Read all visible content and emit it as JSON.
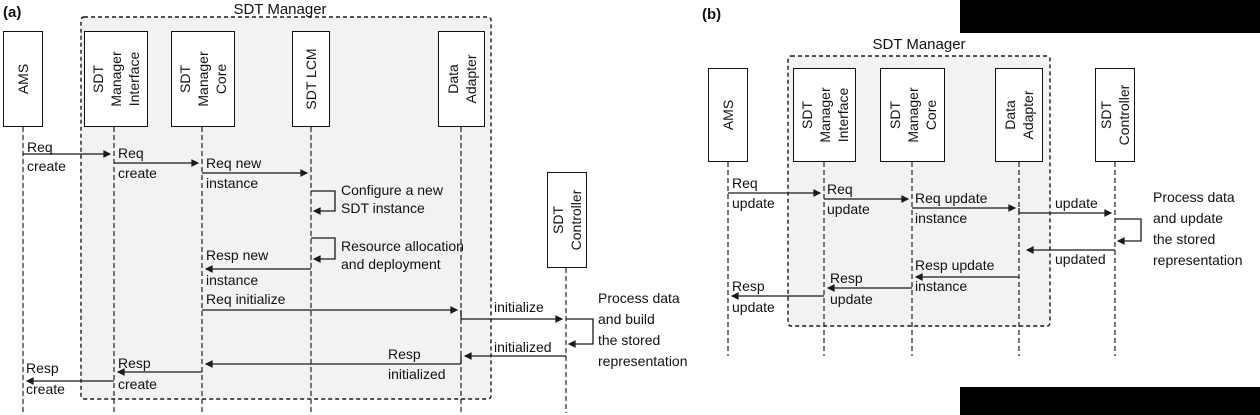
{
  "panels": {
    "a": {
      "label": "(a)",
      "frame_title": "SDT Manager",
      "participants": [
        {
          "id": "ams",
          "lines": [
            "AMS"
          ]
        },
        {
          "id": "sdt-manager-interface",
          "lines": [
            "SDT",
            "Manager",
            "Interface"
          ]
        },
        {
          "id": "sdt-manager-core",
          "lines": [
            "SDT",
            "Manager",
            "Core"
          ]
        },
        {
          "id": "sdt-lcm",
          "lines": [
            "SDT LCM"
          ]
        },
        {
          "id": "data-adapter",
          "lines": [
            "Data",
            "Adapter"
          ]
        },
        {
          "id": "sdt-controller",
          "lines": [
            "SDT",
            "Controller"
          ]
        }
      ],
      "messages": {
        "m1": [
          "Req",
          "create"
        ],
        "m2": [
          "Req",
          "create"
        ],
        "m3": [
          "Req new",
          "instance"
        ],
        "m4": [
          "Configure a new",
          "SDT instance"
        ],
        "m5": [
          "Resource allocation",
          "and deployment"
        ],
        "m6": [
          "Resp new",
          "instance"
        ],
        "m7": [
          "Req initialize"
        ],
        "m8": [
          "initialize"
        ],
        "m9": [
          "Process data",
          "and build",
          "the stored",
          "representation"
        ],
        "m10": [
          "initialized"
        ],
        "m11": [
          "Resp",
          "initialized"
        ],
        "m12": [
          "Resp",
          "create"
        ],
        "m13": [
          "Resp",
          "create"
        ]
      }
    },
    "b": {
      "label": "(b)",
      "frame_title": "SDT Manager",
      "participants": [
        {
          "id": "ams",
          "lines": [
            "AMS"
          ]
        },
        {
          "id": "sdt-manager-interface",
          "lines": [
            "SDT",
            "Manager",
            "Interface"
          ]
        },
        {
          "id": "sdt-manager-core",
          "lines": [
            "SDT",
            "Manager",
            "Core"
          ]
        },
        {
          "id": "data-adapter",
          "lines": [
            "Data",
            "Adapter"
          ]
        },
        {
          "id": "sdt-controller",
          "lines": [
            "SDT",
            "Controller"
          ]
        }
      ],
      "messages": {
        "n1": [
          "Req",
          "update"
        ],
        "n2": [
          "Req",
          "update"
        ],
        "n3": [
          "Req update",
          "instance"
        ],
        "n4": [
          "update"
        ],
        "n5": [
          "Process data",
          "and update",
          "the stored",
          "representation"
        ],
        "n6": [
          "updated"
        ],
        "n7": [
          "Resp update",
          "instance"
        ],
        "n8": [
          "Resp",
          "update"
        ],
        "n9": [
          "Resp",
          "update"
        ]
      }
    }
  },
  "colors": {
    "frame_fill": "#f2f2f2",
    "line": "#1a1a1a",
    "box_fill": "#ffffff",
    "redaction": "#000000"
  }
}
